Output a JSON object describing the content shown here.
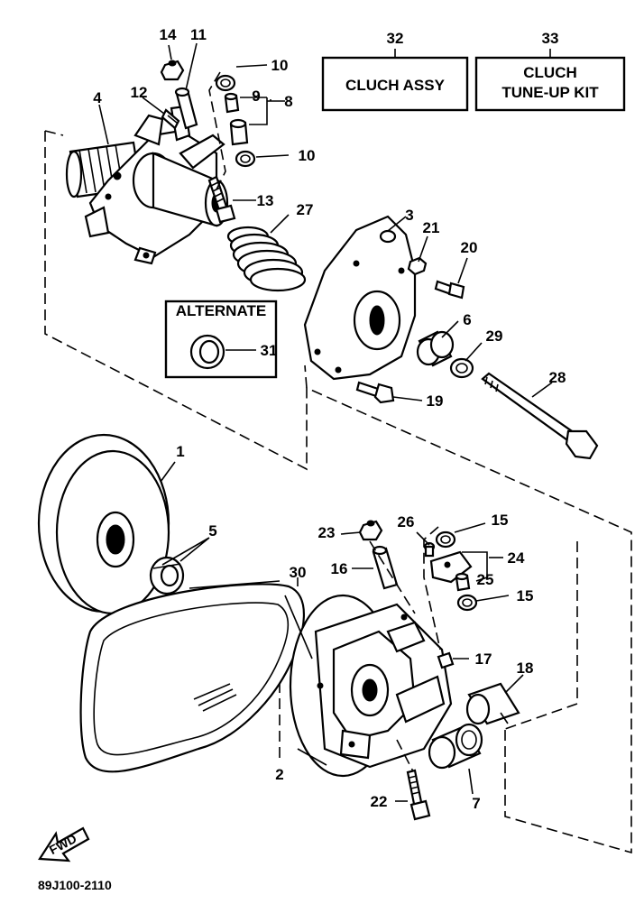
{
  "boxes": {
    "cluch_assy": {
      "number": "32",
      "label": "CLUCH ASSY"
    },
    "tune_up_kit": {
      "number": "33",
      "label_line1": "CLUCH",
      "label_line2": "TUNE-UP KIT"
    },
    "alternate": {
      "label": "ALTERNATE",
      "part_number": "31"
    }
  },
  "callouts": {
    "c1": "1",
    "c2": "2",
    "c3": "3",
    "c4": "4",
    "c5": "5",
    "c6": "6",
    "c7": "7",
    "c8": "8",
    "c9": "9",
    "c10a": "10",
    "c10b": "10",
    "c11": "11",
    "c12": "12",
    "c13": "13",
    "c14": "14",
    "c15a": "15",
    "c15b": "15",
    "c16": "16",
    "c17": "17",
    "c18": "18",
    "c19": "19",
    "c20": "20",
    "c21": "21",
    "c22": "22",
    "c23": "23",
    "c24": "24",
    "c25": "25",
    "c26": "26",
    "c27": "27",
    "c28": "28",
    "c29": "29",
    "c30": "30"
  },
  "fwd_label": "FWD",
  "diagram_code": "89J100-2110"
}
